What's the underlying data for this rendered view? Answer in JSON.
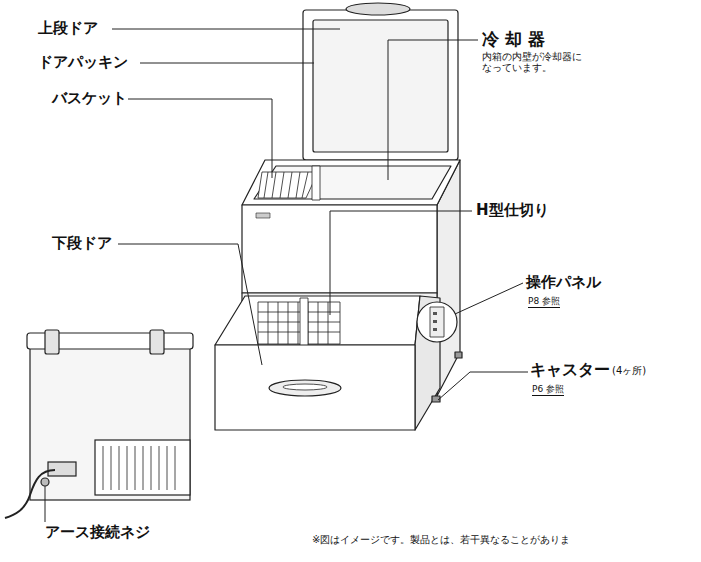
{
  "diagram": {
    "labels": [
      "上段ドア",
      "ドアパッキン",
      "バスケット",
      "下段ドア",
      "冷 却 器",
      "内箱の内壁が冷却器に なっています。",
      "H型仕切り",
      "操作パネル",
      "P8 参照",
      "キャスター",
      "(4ヶ所)",
      "P6 参照",
      "アース接続ネジ",
      "※図はイメージです。製品とは、若干異なることがありま"
    ]
  }
}
